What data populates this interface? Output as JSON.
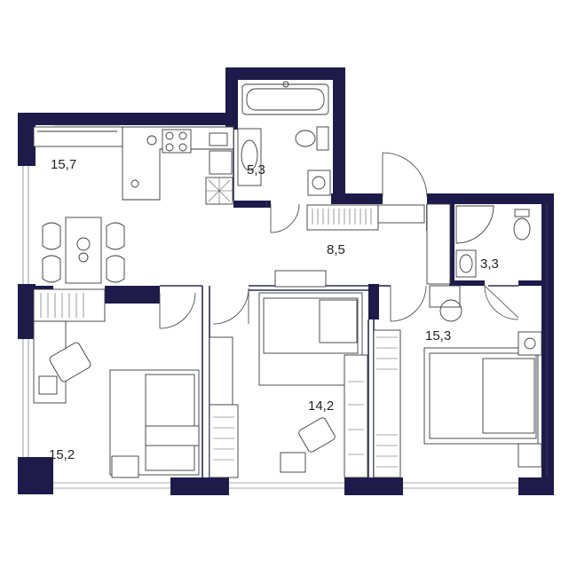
{
  "plan": {
    "wall_color": "#1e1b4b",
    "rooms": [
      {
        "id": "living-kitchen",
        "area": "15,7"
      },
      {
        "id": "bathroom",
        "area": "5,3"
      },
      {
        "id": "hallway",
        "area": "8,5"
      },
      {
        "id": "wc",
        "area": "3,3"
      },
      {
        "id": "bedroom-right",
        "area": "15,3"
      },
      {
        "id": "bedroom-middle",
        "area": "14,2"
      },
      {
        "id": "bedroom-left",
        "area": "15,2"
      }
    ]
  }
}
